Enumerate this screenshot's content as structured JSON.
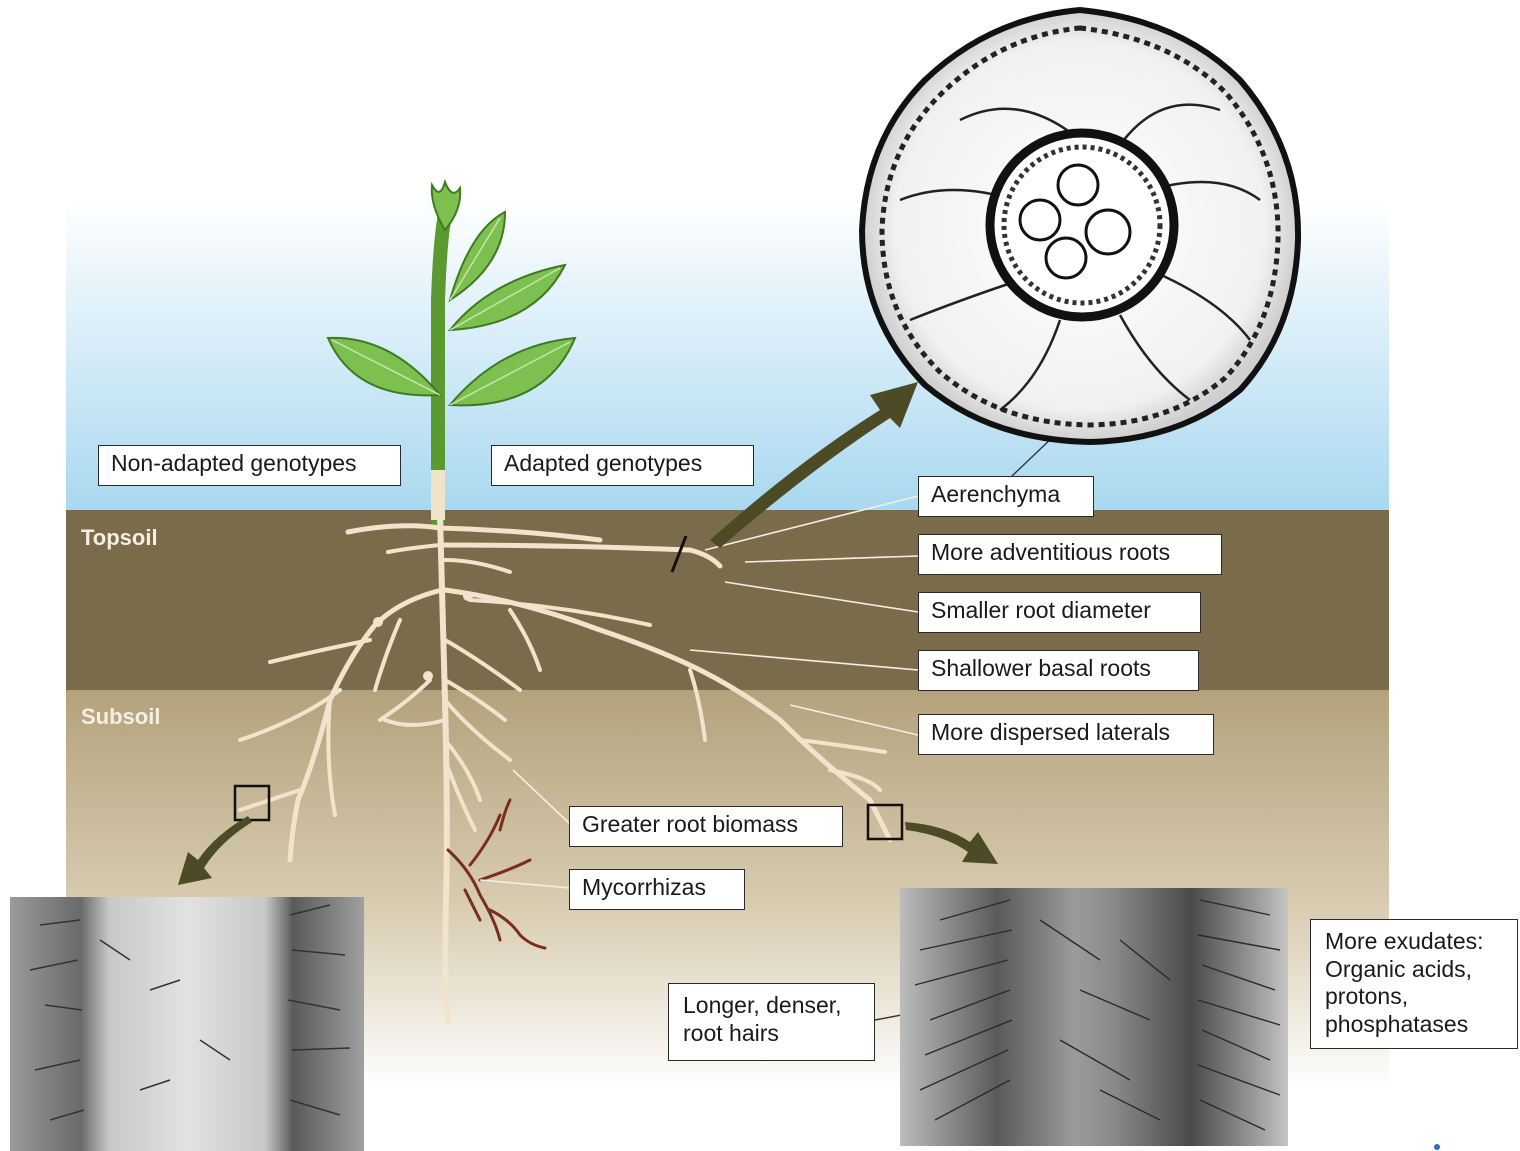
{
  "soil": {
    "topsoil": "Topsoil",
    "subsoil": "Subsoil"
  },
  "genotypes": {
    "non_adapted": "Non-adapted genotypes",
    "adapted": "Adapted  genotypes"
  },
  "traits": {
    "aerenchyma": "Aerenchyma",
    "adventitious": "More adventitious roots",
    "diameter": "Smaller root diameter",
    "basal": "Shallower basal roots",
    "laterals": "More dispersed laterals",
    "biomass": "Greater root biomass",
    "mycorrhizas": "Mycorrhizas",
    "root_hairs": "Longer, denser,\nroot hairs",
    "exudates": "More exudates:\nOrganic acids,\nprotons,\nphosphatases"
  },
  "colors": {
    "sky_top": "#ffffff",
    "sky_bottom": "#a9d8f0",
    "topsoil": "#7a6b4b",
    "subsoil_top": "#b4a27c",
    "subsoil_bottom": "#ffffff",
    "root": "#f2e4cc",
    "root_outline": "#8a7656",
    "stem": "#6aa83a",
    "leaf": "#7cc150",
    "leaf_dark": "#4f8a2c",
    "mycorrhiza": "#7a2c1e",
    "arrow": "#4d4a26"
  }
}
